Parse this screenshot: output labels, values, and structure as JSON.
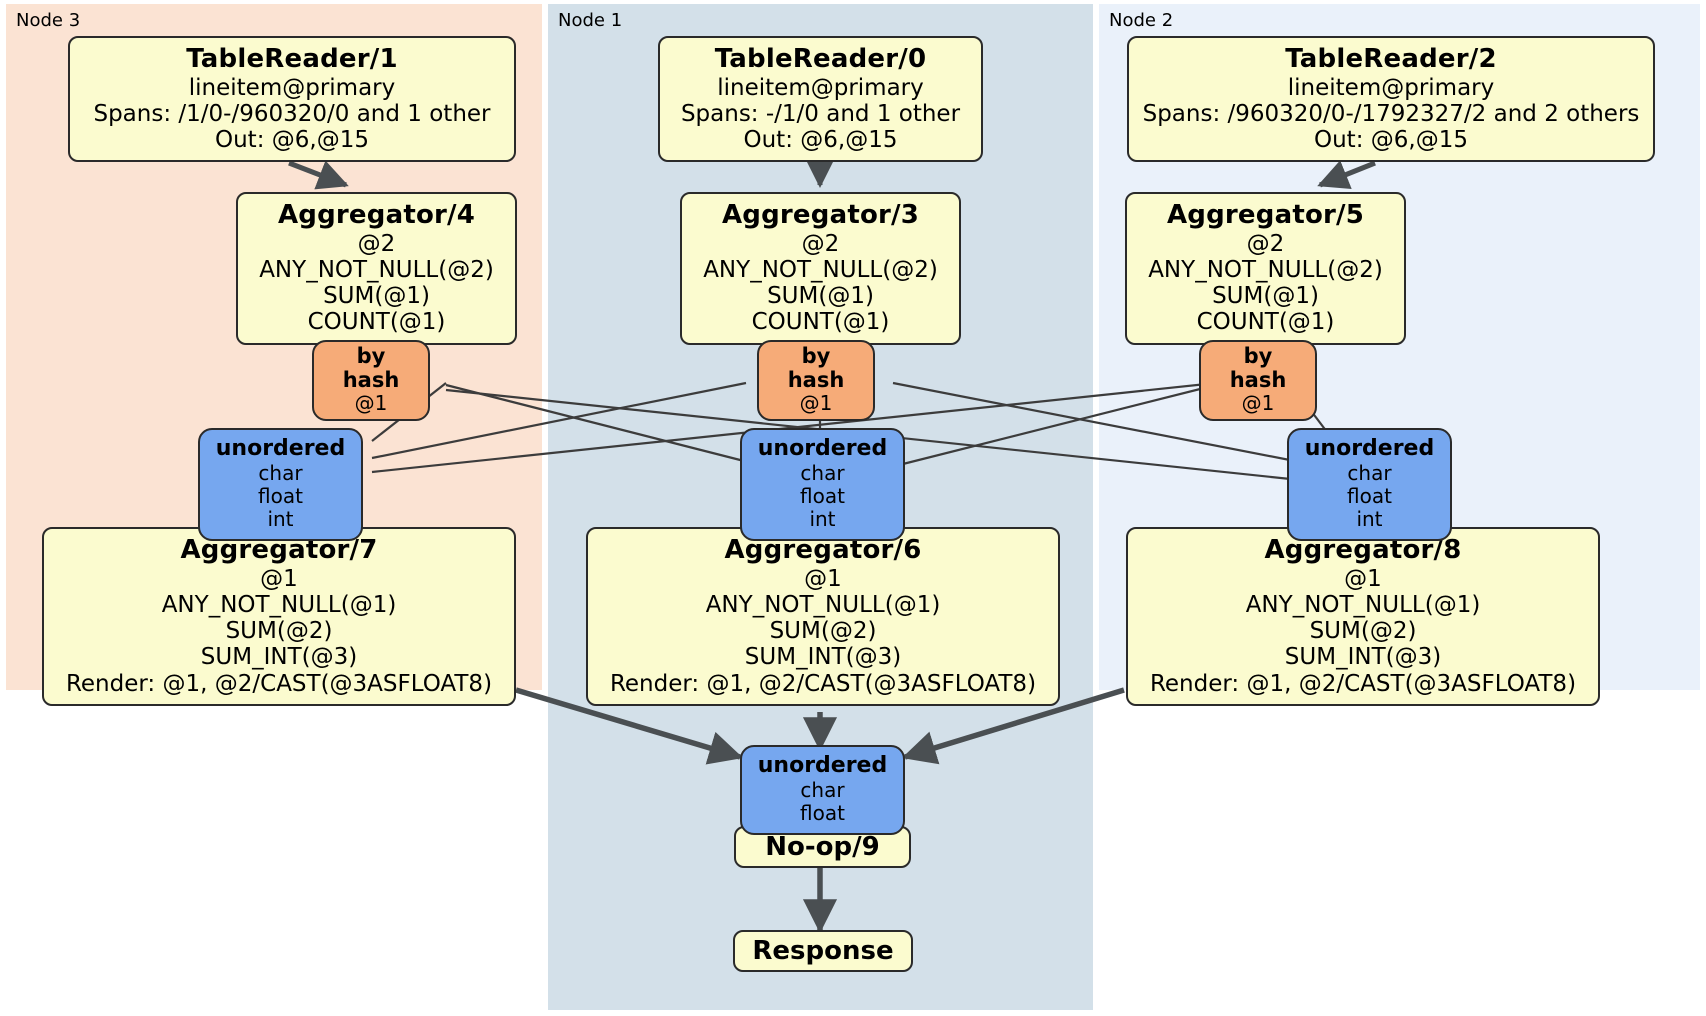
{
  "panels": [
    {
      "id": "node3",
      "label": "Node 3",
      "color": "#fbe3d3"
    },
    {
      "id": "node1",
      "label": "Node 1",
      "color": "#d3e0e9"
    },
    {
      "id": "node2",
      "label": "Node 2",
      "color": "#eaf1fa"
    }
  ],
  "table_readers": [
    {
      "title": "TableReader/1",
      "table": "lineitem@primary",
      "spans": "Spans: /1/0-/960320/0 and 1 other",
      "out": "Out: @6,@15"
    },
    {
      "title": "TableReader/0",
      "table": "lineitem@primary",
      "spans": "Spans: -/1/0 and 1 other",
      "out": "Out: @6,@15"
    },
    {
      "title": "TableReader/2",
      "table": "lineitem@primary",
      "spans": "Spans: /960320/0-/1792327/2 and 2 others",
      "out": "Out: @6,@15"
    }
  ],
  "aggregators_top": [
    {
      "title": "Aggregator/4",
      "group": "@2",
      "aggs": [
        "ANY_NOT_NULL(@2)",
        "SUM(@1)",
        "COUNT(@1)"
      ]
    },
    {
      "title": "Aggregator/3",
      "group": "@2",
      "aggs": [
        "ANY_NOT_NULL(@2)",
        "SUM(@1)",
        "COUNT(@1)"
      ]
    },
    {
      "title": "Aggregator/5",
      "group": "@2",
      "aggs": [
        "ANY_NOT_NULL(@2)",
        "SUM(@1)",
        "COUNT(@1)"
      ]
    }
  ],
  "hash_routers": [
    {
      "title": "by hash",
      "col": "@1"
    },
    {
      "title": "by hash",
      "col": "@1"
    },
    {
      "title": "by hash",
      "col": "@1"
    }
  ],
  "unordered_mid": [
    {
      "title": "unordered",
      "types": [
        "char",
        "float",
        "int"
      ]
    },
    {
      "title": "unordered",
      "types": [
        "char",
        "float",
        "int"
      ]
    },
    {
      "title": "unordered",
      "types": [
        "char",
        "float",
        "int"
      ]
    }
  ],
  "aggregators_bottom": [
    {
      "title": "Aggregator/7",
      "group": "@1",
      "aggs": [
        "ANY_NOT_NULL(@1)",
        "SUM(@2)",
        "SUM_INT(@3)"
      ],
      "render": "Render: @1, @2/CAST(@3ASFLOAT8)"
    },
    {
      "title": "Aggregator/6",
      "group": "@1",
      "aggs": [
        "ANY_NOT_NULL(@1)",
        "SUM(@2)",
        "SUM_INT(@3)"
      ],
      "render": "Render: @1, @2/CAST(@3ASFLOAT8)"
    },
    {
      "title": "Aggregator/8",
      "group": "@1",
      "aggs": [
        "ANY_NOT_NULL(@1)",
        "SUM(@2)",
        "SUM_INT(@3)"
      ],
      "render": "Render: @1, @2/CAST(@3ASFLOAT8)"
    }
  ],
  "unordered_final": {
    "title": "unordered",
    "types": [
      "char",
      "float"
    ]
  },
  "noop": {
    "title": "No-op/9"
  },
  "response": {
    "title": "Response"
  },
  "colors": {
    "processor_fill": "#fbfbcf",
    "router_fill": "#f6ab78",
    "synchronizer_fill": "#76a7ef",
    "stroke": "#2a2a2a",
    "edge_thin": "#3c3c3c",
    "edge_thick": "#4a4f52"
  }
}
